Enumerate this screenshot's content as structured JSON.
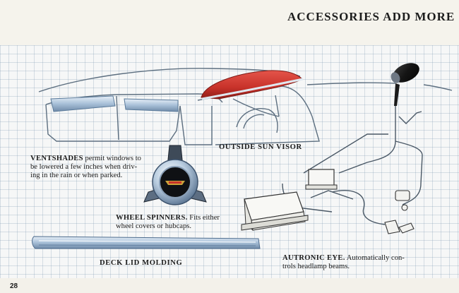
{
  "page_title": "ACCESSORIES ADD MORE",
  "page_number": "28",
  "items": {
    "ventshades": {
      "label": "VENTSHADES",
      "line1": "permit windows to",
      "line2": "be lowered a few inches when driv-",
      "line3": "ing in the rain or when parked."
    },
    "sun_visor": {
      "label": "OUTSIDE SUN VISOR"
    },
    "wheel_spinners": {
      "label": "WHEEL SPINNERS.",
      "line1": "Fits either",
      "line2": "wheel covers or hubcaps."
    },
    "deck_lid_molding": {
      "label": "DECK LID MOLDING"
    },
    "autronic_eye": {
      "label": "AUTRONIC EYE.",
      "line1": "Automatically con-",
      "line2": "trols headlamp beams."
    }
  },
  "colors": {
    "visor_red": "#c8322a",
    "chrome": "#9fb8d3",
    "grid_line": "#a9bccb",
    "paper": "#f3f1ea"
  }
}
